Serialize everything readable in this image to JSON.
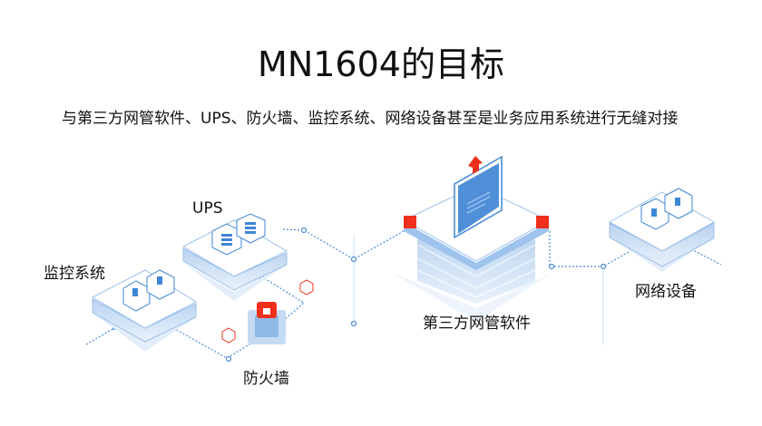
{
  "title": "MN1604的目标",
  "subtitle": "与第三方网管软件、UPS、防火墙、监控系统、网络设备甚至是业务应用系统进行无缝对接",
  "nodes": {
    "ups": "UPS",
    "monitoring": "监控系统",
    "firewall": "防火墙",
    "nms": "第三方网管软件",
    "network": "网络设备"
  },
  "colors": {
    "blue": "#3f86d6",
    "light_blue": "#d6e6f7",
    "red": "#f0301c"
  }
}
